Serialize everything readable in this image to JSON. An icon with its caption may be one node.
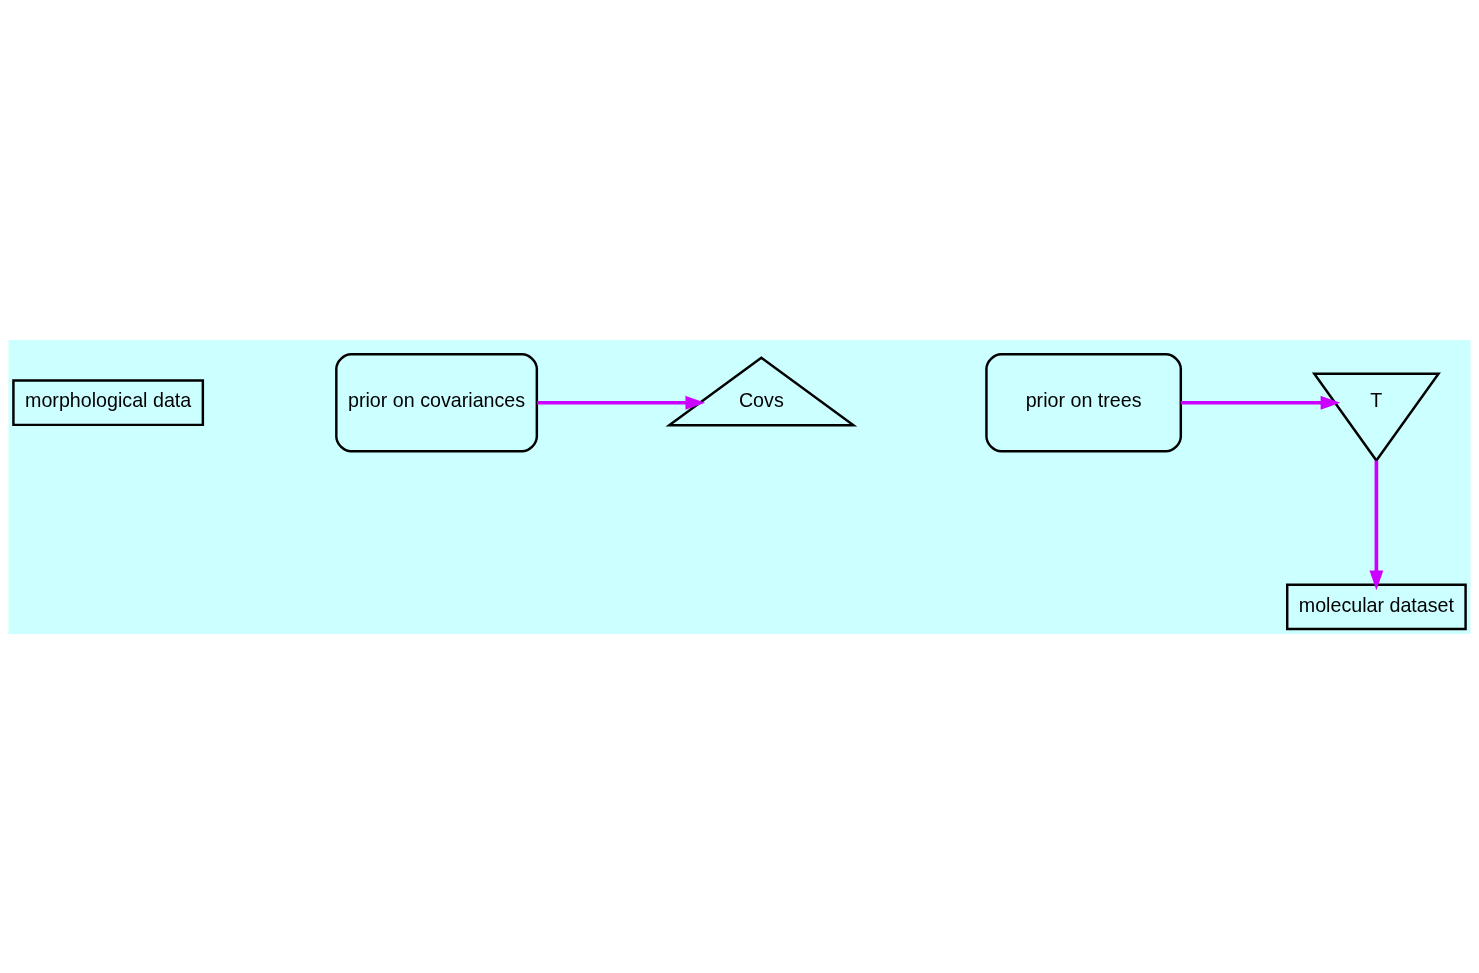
{
  "diagram": {
    "nodes": [
      {
        "text": [
          "morphological data"
        ]
      },
      {
        "text": [
          "Covs"
        ]
      },
      {
        "text": [
          "prior on covariances"
        ]
      },
      {
        "text": [
          "T"
        ]
      },
      {
        "text": [
          "prior on trees"
        ]
      },
      {
        "text": [
          "molecular dataset"
        ]
      }
    ],
    "edges": [
      {
        "from": 2,
        "to": 1,
        "arrow": "to"
      },
      {
        "from": 4,
        "to": 3,
        "arrow": "to"
      },
      {
        "from": 3,
        "to": 5,
        "arrow": "to"
      }
    ]
  }
}
